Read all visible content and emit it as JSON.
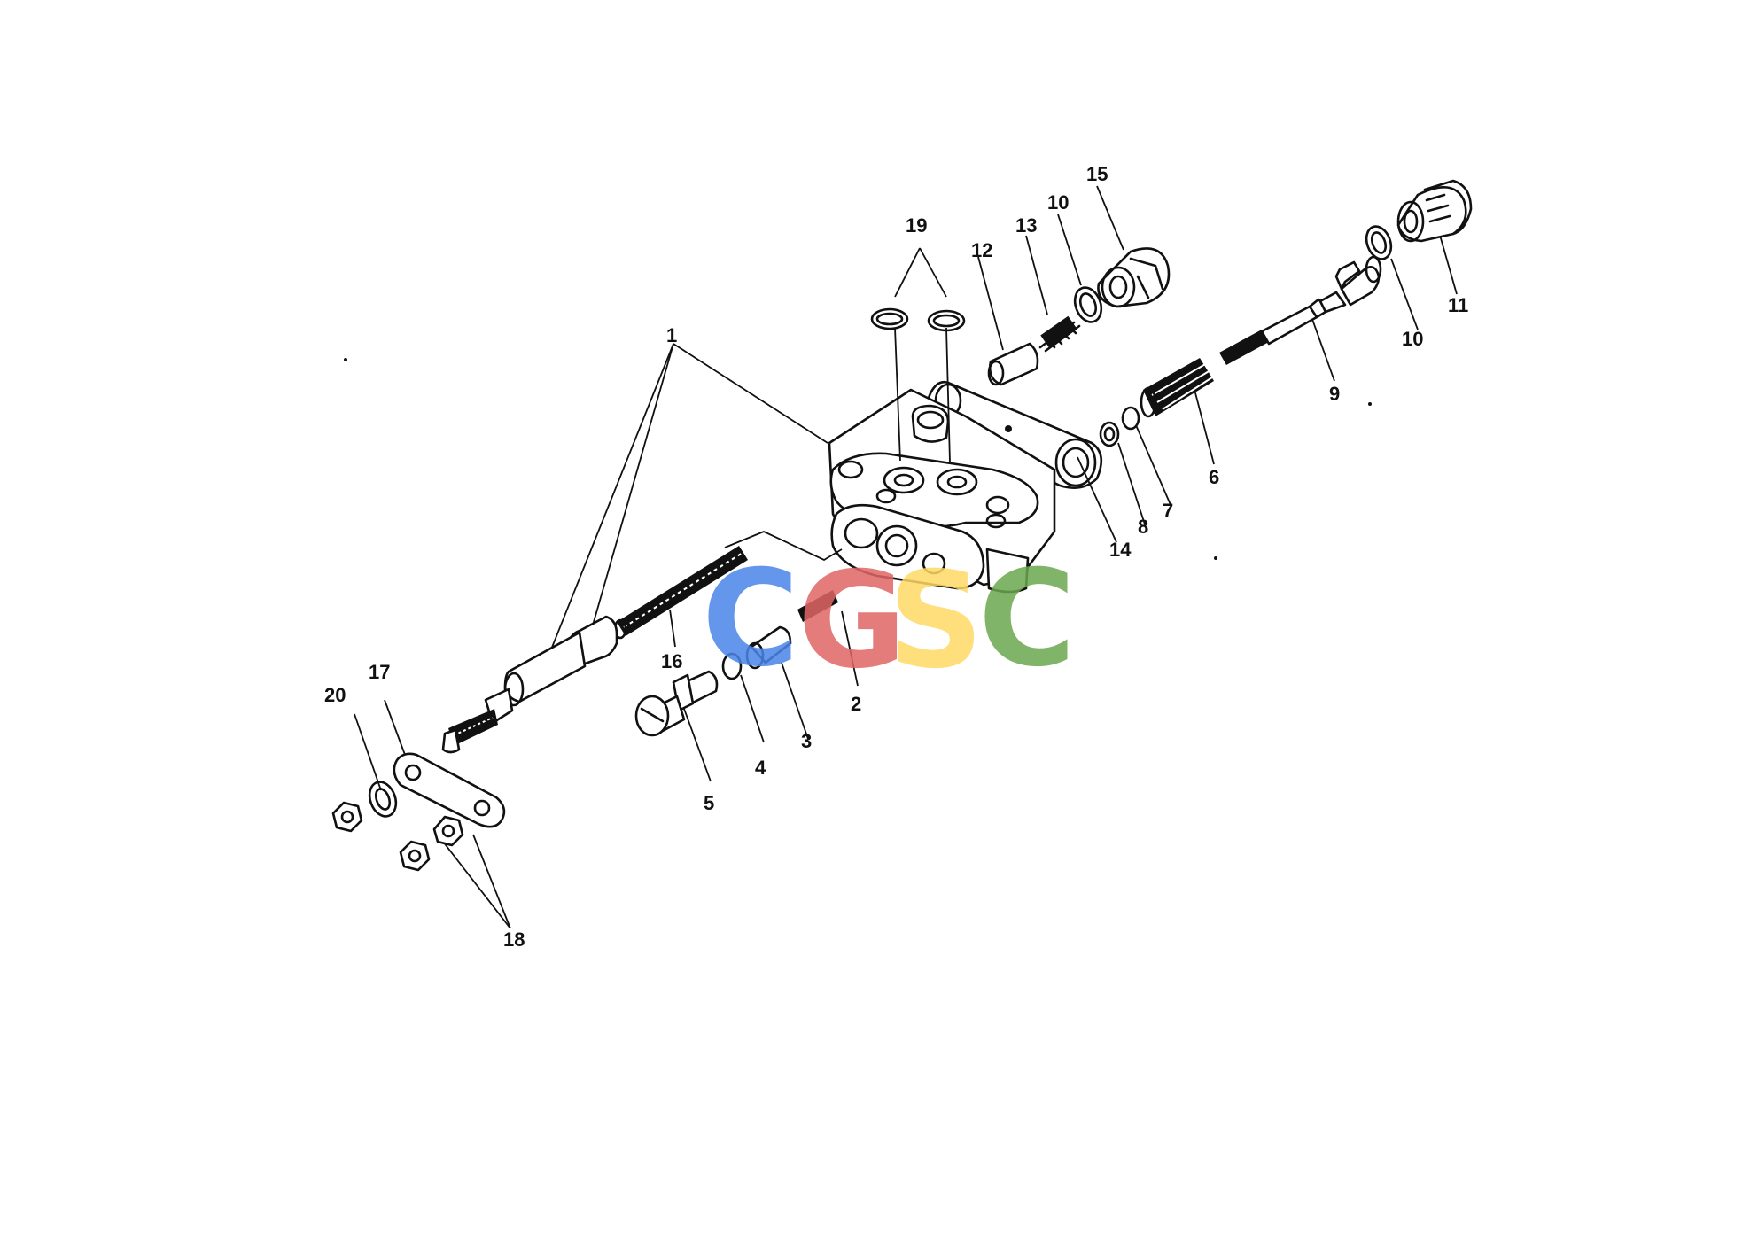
{
  "diagram": {
    "callouts": [
      "1",
      "2",
      "3",
      "4",
      "5",
      "6",
      "7",
      "8",
      "9",
      "10",
      "10",
      "11",
      "12",
      "13",
      "14",
      "15",
      "16",
      "17",
      "18",
      "19",
      "20"
    ],
    "watermark": {
      "letters": [
        "C",
        "G",
        "S",
        "C"
      ],
      "colors": [
        "#4a86e8",
        "#e06666",
        "#ffd966",
        "#6aa84f"
      ]
    }
  }
}
